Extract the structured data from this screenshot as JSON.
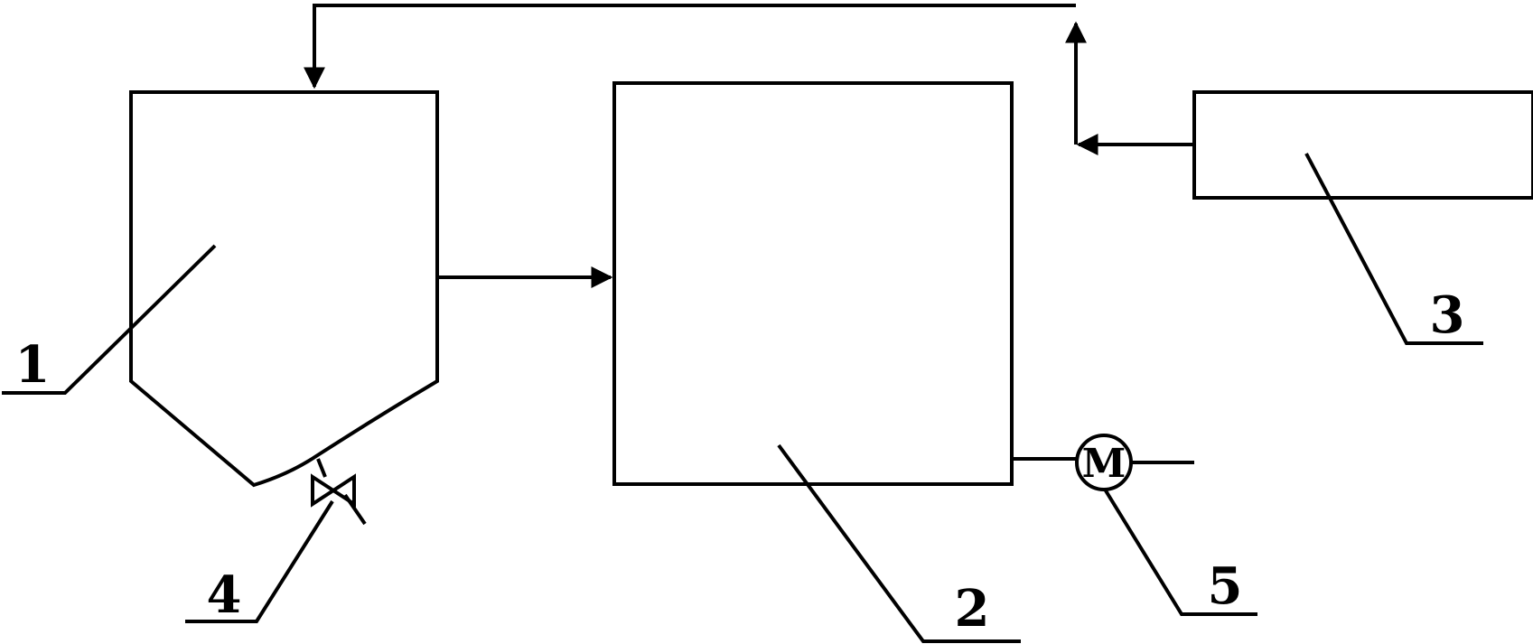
{
  "diagram": {
    "labels": {
      "tank": "1",
      "reactor": "2",
      "unit": "3",
      "valve": "4",
      "motor": "5"
    },
    "motor_symbol": "M",
    "colors": {
      "stroke": "#000000",
      "background": "#ffffff"
    },
    "icons": {
      "valve": "valve-icon",
      "motor": "motor-icon",
      "arrow": "arrow-head-icon"
    }
  }
}
